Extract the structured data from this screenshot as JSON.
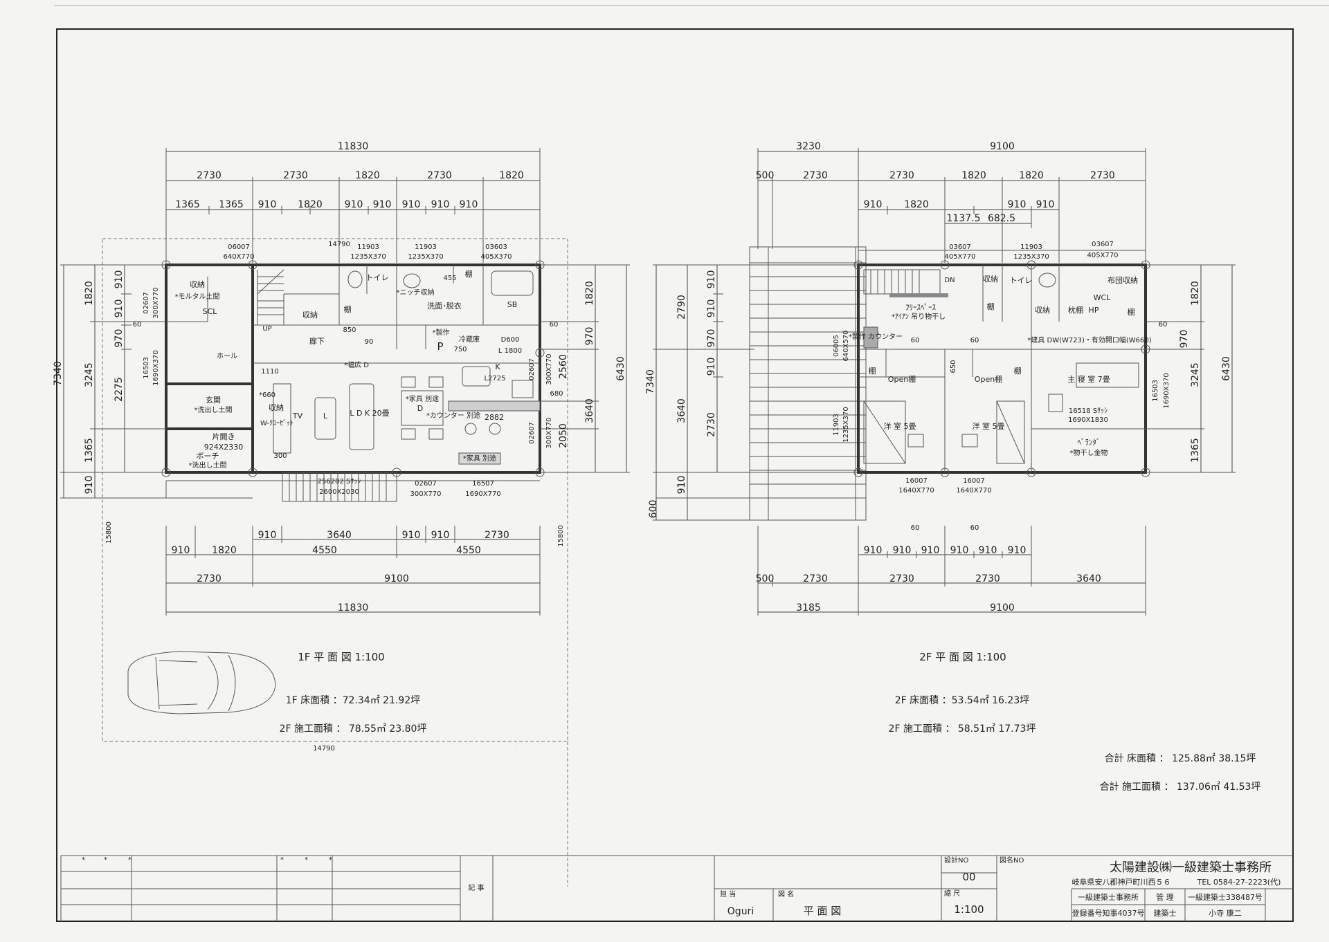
{
  "plan1": {
    "top_total": "11830",
    "top_row2": [
      "2730",
      "2730",
      "1820",
      "2730",
      "1820"
    ],
    "top_row3": [
      "1365",
      "1365",
      "910",
      "1820",
      "910",
      "910",
      "910",
      "910",
      "910"
    ],
    "mid_dim": "14790",
    "windows_top": [
      {
        "code": "06007",
        "size": "640X770"
      },
      {
        "code": "11903",
        "size": "1235X370"
      },
      {
        "code": "11903",
        "size": "1235X370"
      },
      {
        "code": "03603",
        "size": "405X370"
      }
    ],
    "left_dims_outer": [
      "1820",
      "3245",
      "1365",
      "910"
    ],
    "left_dims_inner": [
      "910",
      "910",
      "970",
      "2275"
    ],
    "left_small": "60",
    "left_total": "7340",
    "left_win": [
      {
        "code": "02607",
        "size": "300X770"
      },
      {
        "code": "16503",
        "size": "1690X370"
      }
    ],
    "right_dims_inner": [
      "1820",
      "970",
      "2560",
      "3640",
      "2050"
    ],
    "right_total": "6430",
    "right_small": "60",
    "right_win": [
      {
        "code": "02607",
        "size": "300X770"
      },
      {
        "code": "02607",
        "size": "300X770"
      }
    ],
    "rooms": {
      "storage1": "収納",
      "storage1_note": "*モルタル土間",
      "scl": "SCL",
      "hall": "ホール",
      "entrance": "玄関",
      "entrance_note": "*洗出し土間",
      "door": "片開き",
      "door_size": "924X2330",
      "porch": "ポーチ",
      "porch_note": "*洗出し土間",
      "stair": "UP",
      "storage2": "収納",
      "shelf": "棚",
      "hallway": "廊下",
      "hallway_w": "850",
      "dim90": "90",
      "width_d": "*幅広 D",
      "toilet": "トイレ",
      "niche": "*ニッチ収納",
      "n455": "455",
      "shelf2": "棚",
      "washroom": "洗面･脱衣",
      "sb": "SB",
      "p": "P",
      "made": "*製作",
      "fridge": "冷蔵庫",
      "n750": "750",
      "d600": "D600",
      "l1800": "L 1800",
      "k": "K",
      "l2725": "L2725",
      "n680": "680",
      "ldk": "L D K  20畳",
      "l": "L",
      "tv": "TV",
      "storage3": "収納",
      "n660": "*660",
      "wic": "W-ｸﾛｰｾﾞｯﾄ",
      "n1110": "1110",
      "n300": "300",
      "furniture1": "*家具 別途",
      "d": "D",
      "counter": "*カウンター 別途",
      "n2882": "2882",
      "furniture2": "*家具 別途"
    },
    "bottom_win": [
      {
        "code": "256202 Sｻｯｼ",
        "size": "2600X2030"
      },
      {
        "code": "02607",
        "size": "300X770"
      },
      {
        "code": "16507",
        "size": "1690X770"
      }
    ],
    "side_15800": "15800",
    "bottom_row1": [
      "910",
      "3640",
      "910",
      "910",
      "2730"
    ],
    "bottom_row2": [
      "910",
      "1820",
      "4550",
      "4550"
    ],
    "bottom_row3": [
      "2730",
      "9100"
    ],
    "bottom_total": "11830",
    "bottom_14790": "14790",
    "title": "1F 平 面 図  1:100",
    "area1": "1F 床面積 ：72.34㎡  21.92坪",
    "area2": "2F 施工面積 ： 78.55㎡  23.80坪"
  },
  "plan2": {
    "top_row1": [
      "3230",
      "9100"
    ],
    "top_row2": [
      "500",
      "2730",
      "2730",
      "1820",
      "1820",
      "2730"
    ],
    "top_row3": [
      "910",
      "1820",
      "910",
      "910"
    ],
    "top_row4": [
      "1137.5",
      "682.5"
    ],
    "windows_top": [
      {
        "code": "03607",
        "size": "405X770"
      },
      {
        "code": "11903",
        "size": "1235X370"
      },
      {
        "code": "03607",
        "size": "405X770"
      }
    ],
    "left_dims_outer": [
      "2790",
      "3640",
      "910"
    ],
    "left_dims_inner": [
      "910",
      "910",
      "970",
      "910",
      "2730"
    ],
    "left_total": "7340",
    "left_600": "600",
    "left_win": [
      {
        "code": "06005",
        "size": "640X570"
      },
      {
        "code": "11903",
        "size": "1235X370"
      }
    ],
    "right_dims": [
      "1820",
      "970",
      "3245",
      "1365"
    ],
    "right_total": "6430",
    "right_small": "60",
    "right_win": {
      "code": "16503",
      "size": "1690X370"
    },
    "rooms": {
      "dn": "DN",
      "free": "ﾌﾘｰｽﾍﾟｰｽ",
      "free_note": "*ｱｲｱﾝ 吊り物干し",
      "counter": "*製作 カウンター",
      "n60a": "60",
      "n60b": "60",
      "n650": "650",
      "storage": "収納",
      "shelf": "棚",
      "toilet": "トイレ",
      "storage2": "収納",
      "pillow": "枕棚",
      "hp": "HP",
      "futon": "布団収納",
      "wcl": "WCL",
      "shelf2": "棚",
      "door_note": "*建具 DW(W723)・有効開口幅(W660)",
      "open1": "Open棚",
      "open2": "Open棚",
      "shelf3": "棚",
      "shelf4": "棚",
      "master": "主 寝 室  7畳",
      "west1": "洋 室  5畳",
      "west2": "洋 室  5畳",
      "sash": "16518 Sｻｯｼ",
      "sash_size": "1690X1830",
      "veranda": "ﾍﾞﾗﾝﾀﾞ",
      "veranda_note": "*物干し金物"
    },
    "bottom_win": [
      {
        "code": "16007",
        "size": "1640X770"
      },
      {
        "code": "16007",
        "size": "1640X770"
      }
    ],
    "bottom_60": [
      "60",
      "60"
    ],
    "bottom_row1": [
      "910",
      "910",
      "910",
      "910",
      "910",
      "910"
    ],
    "bottom_row2": [
      "500",
      "2730",
      "2730",
      "2730",
      "3640"
    ],
    "bottom_row3": [
      "3185",
      "9100"
    ],
    "title": "2F 平 面 図  1:100",
    "area1": "2F 床面積 ：53.54㎡  16.23坪",
    "area2": "2F 施工面積 ： 58.51㎡  17.73坪"
  },
  "totals": {
    "floor": "合計 床面積 ： 125.88㎡  38.15坪",
    "construction": "合計 施工面積 ： 137.06㎡  41.53坪"
  },
  "title_block": {
    "notes": "記 事",
    "stars": [
      "*",
      "*",
      "*"
    ],
    "stars2": [
      "*",
      "*",
      "*"
    ],
    "design_no_label": "設計NO",
    "design_no": "00",
    "drawing_no_label": "図名NO",
    "scale_label": "縮 尺",
    "scale": "1:100",
    "person_label": "担 当",
    "person": "Oguri",
    "drawing_name_label": "図 名",
    "drawing_name": "平 面 図",
    "company": "太陽建設㈱一級建築士事務所",
    "address": "岐阜県安八郡神戸町川西５６",
    "tel": "TEL  0584-27-2223(代)",
    "office_label": "一級建築士事務所",
    "manage_label": "管 理",
    "architect_no": "一級建築士338487号",
    "reg_no": "登録番号知事4037号",
    "architect_label": "建築士",
    "architect_name": "小寺  康二"
  }
}
